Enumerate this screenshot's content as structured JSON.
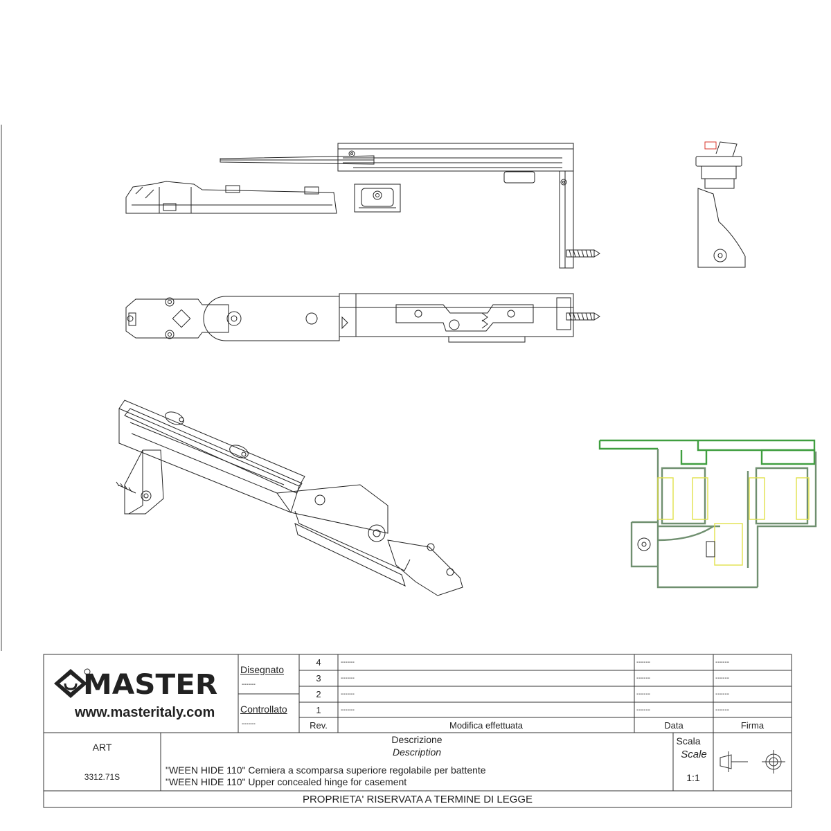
{
  "logo": {
    "brand": "MASTER",
    "website": "www.masteritaly.com"
  },
  "title_block": {
    "designed_label": "Disegnato",
    "designed_value": "------",
    "checked_label": "Controllato",
    "checked_value": "------",
    "revisions": [
      {
        "rev": "4",
        "modification": "------",
        "date": "------",
        "signature": "------"
      },
      {
        "rev": "3",
        "modification": "------",
        "date": "------",
        "signature": "------"
      },
      {
        "rev": "2",
        "modification": "------",
        "date": "------",
        "signature": "------"
      },
      {
        "rev": "1",
        "modification": "------",
        "date": "------",
        "signature": "------"
      }
    ],
    "headers": {
      "rev": "Rev.",
      "modification": "Modifica effettuata",
      "date": "Data",
      "signature": "Firma"
    },
    "art_label": "ART",
    "art_code": "3312.71S",
    "description_label_it": "Descrizione",
    "description_label_en": "Description",
    "description_it": "\"WEEN HIDE 110\" Cerniera a scomparsa superiore regolabile per battente",
    "description_en": "\"WEEN HIDE 110\" Upper concealed hinge for casement",
    "scale_label_it": "Scala",
    "scale_label_en": "Scale",
    "scale_value": "1:1",
    "footer": "PROPRIETA' RISERVATA A TERMINE DI LEGGE"
  },
  "colors": {
    "line": "#222222",
    "profile_green": "#3f9e3f",
    "profile_gray": "#6f8f6f",
    "gasket_yellow": "#e2e24a",
    "accent_red": "#d9342b"
  }
}
